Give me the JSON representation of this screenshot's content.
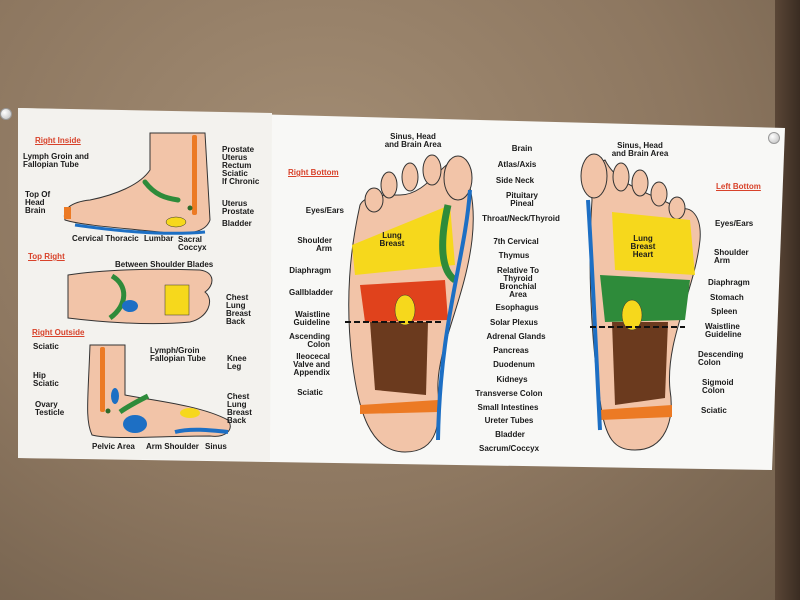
{
  "colors": {
    "title": "#d8422a",
    "skin": "#f2c4a8",
    "blue": "#1d6fc4",
    "yellow": "#f6d81c",
    "green": "#2e8b3a",
    "red": "#e0421c",
    "orange": "#ec7a24",
    "brown": "#6b3a1e"
  },
  "left_panel": {
    "right_inside": {
      "title": "Right Inside",
      "lymph": "Lymph Groin and\nFallopian Tube",
      "top_head": "Top Of\nHead\nBrain",
      "prostate": "Prostate\nUterus\nRectum\nSciatic\nIf Chronic",
      "uterus": "Uterus\nProstate",
      "bladder": "Bladder",
      "cervical_thoracic": "Cervical Thoracic",
      "lumbar": "Lumbar",
      "sacral": "Sacral\nCoccyx"
    },
    "top_right": {
      "title": "Top Right",
      "between": "Between Shoulder Blades",
      "chest": "Chest\nLung\nBreast\nBack"
    },
    "right_outside": {
      "title": "Right Outside",
      "sciatic": "Sciatic",
      "lymph": "Lymph/Groin\nFallopian Tube",
      "knee": "Knee\nLeg",
      "hip": "Hip\nSciatic",
      "chest": "Chest\nLung\nBreast\nBack",
      "ovary": "Ovary\nTesticle",
      "pelvic": "Pelvic Area",
      "arm": "Arm Shoulder",
      "sinus": "Sinus"
    }
  },
  "right_bottom": {
    "title": "Right Bottom",
    "sinus": "Sinus, Head\nand Brain Area",
    "left_labels": [
      "Eyes/Ears",
      "Shoulder\nArm",
      "Diaphragm",
      "Gallbladder",
      "Waistline\nGuideline",
      "Ascending\nColon",
      "Ileocecal\nValve and\nAppendix",
      "Sciatic"
    ]
  },
  "center_labels": [
    "Brain",
    "Atlas/Axis",
    "Side Neck",
    "Pituitary\nPineal",
    "Throat/Neck/Thyroid",
    "7th Cervical",
    "Thymus",
    "Relative To\nThyroid\nBronchial\nArea",
    "Esophagus",
    "Solar Plexus",
    "Adrenal Glands",
    "Pancreas",
    "Duodenum",
    "Kidneys",
    "Transverse Colon",
    "Small Intestines",
    "Ureter Tubes",
    "Bladder",
    "Sacrum/Coccyx"
  ],
  "left_bottom": {
    "title": "Left Bottom",
    "sinus": "Sinus, Head\nand Brain Area",
    "zone_lung": "Lung\nBreast\nHeart",
    "right_labels": [
      "Eyes/Ears",
      "Shoulder\nArm",
      "Diaphragm",
      "Stomach",
      "Spleen",
      "Waistline\nGuideline",
      "Descending\nColon",
      "Sigmoid\nColon",
      "Sciatic"
    ]
  },
  "zone_lung_right": "Lung\nBreast"
}
